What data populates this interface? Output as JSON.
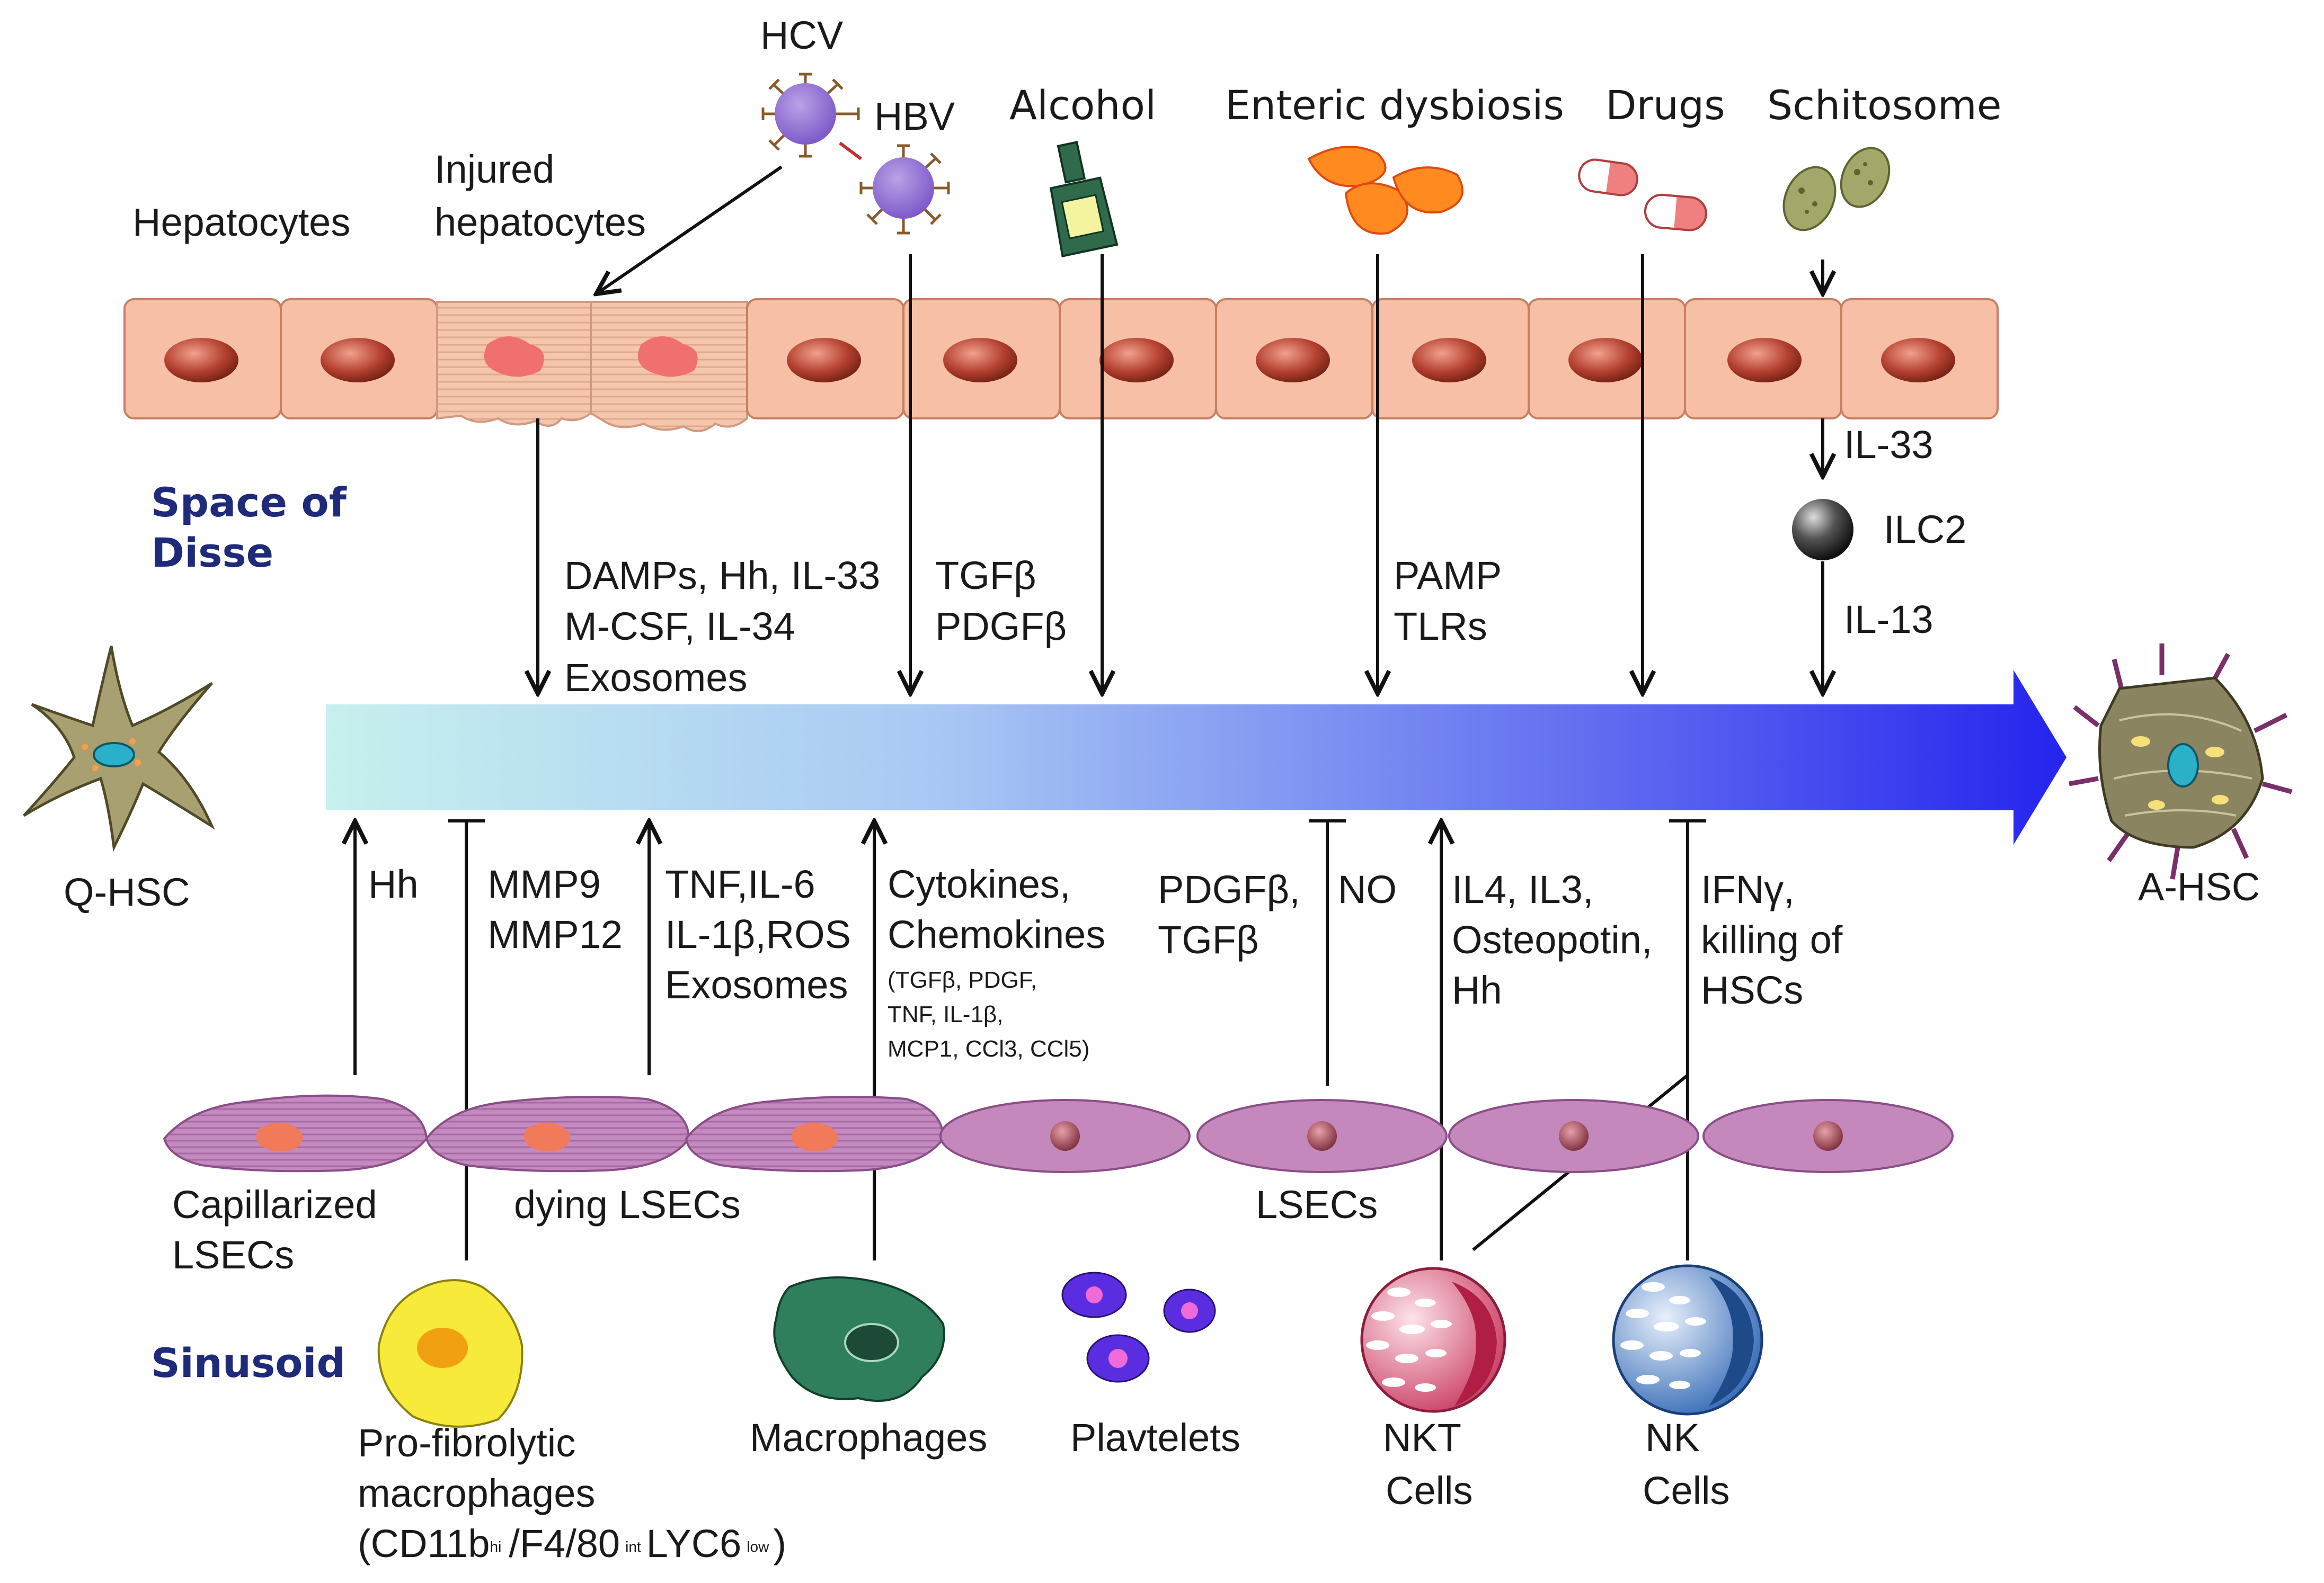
{
  "top_stimuli": {
    "hcv": "HCV",
    "hbv": "HBV",
    "alcohol": "Alcohol",
    "dysbiosis": "Enteric dysbiosis",
    "drugs": "Drugs",
    "schistosome": "Schitosome"
  },
  "hepatocyte_labels": {
    "hepatocytes": "Hepatocytes",
    "injured_1": "Injured",
    "injured_2": "hepatocytes"
  },
  "regions": {
    "disse_1": "Space of",
    "disse_2": "Disse",
    "sinusoid": "Sinusoid"
  },
  "mediators_top": {
    "damps_1": "DAMPs, Hh, IL-33",
    "damps_2": "M-CSF, IL-34",
    "damps_3": "Exosomes",
    "tgf_1": "TGFβ",
    "tgf_2": "PDGFβ",
    "pamp_1": "PAMP",
    "pamp_2": "TLRs",
    "il33": "IL-33",
    "ilc2": "ILC2",
    "il13": "IL-13"
  },
  "hsc": {
    "quiescent": "Q-HSC",
    "activated": "A-HSC"
  },
  "mediators_bottom": {
    "hh": "Hh",
    "mmp_1": "MMP9",
    "mmp_2": "MMP12",
    "tnf_1": "TNF,IL-6",
    "tnf_2": "IL-1β,ROS",
    "tnf_3": "Exosomes",
    "cyto_1": "Cytokines,",
    "cyto_2": "Chemokines",
    "cyto_3": "(TGFβ, PDGF,",
    "cyto_4": "TNF, IL-1β,",
    "cyto_5": "MCP1, CCl3, CCl5)",
    "pdgf_1": "PDGFβ,",
    "pdgf_2": "TGFβ",
    "no": "NO",
    "il4_1": "IL4, IL3,",
    "il4_2": "Osteopotin,",
    "il4_3": "Hh",
    "ifn_1": "IFNγ,",
    "ifn_2": "killing of",
    "ifn_3": "HSCs"
  },
  "lsec_labels": {
    "capillarized_1": "Capillarized",
    "capillarized_2": "LSECs",
    "dying": "dying LSECs",
    "lsecs": "LSECs"
  },
  "immune_cells": {
    "profib_1": "Pro-fibrolytic",
    "profib_2": "macrophages",
    "profib_3a": "(CD11b",
    "profib_3b": "hi",
    "profib_3c": "/F4/80",
    "profib_3d": "int",
    "profib_3e": "LYC6",
    "profib_3f": "low",
    "profib_3g": ")",
    "macrophages": "Macrophages",
    "platelets": "Plavtelets",
    "nkt_1": "NKT",
    "nkt_2": "Cells",
    "nk_1": "NK",
    "nk_2": "Cells"
  },
  "colors": {
    "hepatocyte_fill": "#f7bfa6",
    "hepatocyte_nucleus": "#b4402f",
    "lsec_fill": "#c488bd",
    "activation_arrow": "#2a2af0",
    "macrophage_fill": "#2f7f5c",
    "profib_fill": "#f7ea3a",
    "platelet_fill": "#5a2ee0",
    "nkt_fill": "#d85b7d",
    "nk_fill": "#4f82c8",
    "region_text": "#1f2a7a"
  }
}
